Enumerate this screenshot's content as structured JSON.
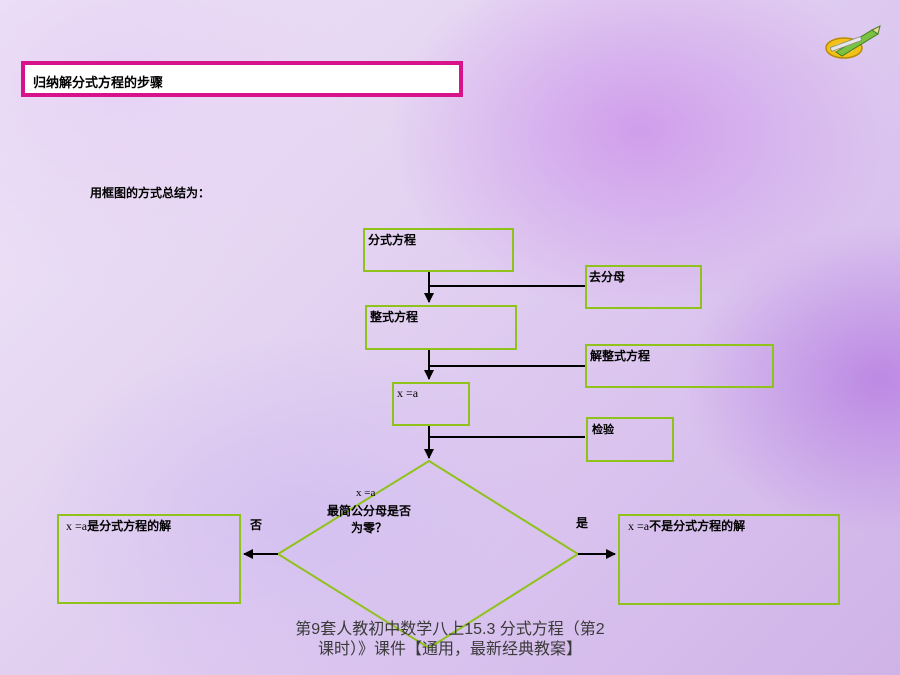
{
  "title": "归纳解分式方程的步骤",
  "intro": "用框图的方式总结为：",
  "flow": {
    "box_fractional_eq": "分式方程",
    "step_remove_denominator": "去分母",
    "box_integral_eq": "整式方程",
    "step_solve_integral": "解整式方程",
    "box_x_eq_a": "x =a",
    "step_check": "检验",
    "decision_var": "x =a",
    "decision_question": "最简公分母是否为零？",
    "no_label": "否",
    "yes_label": "是",
    "result_no_var": "x =a",
    "result_no_text": "是分式方程的解",
    "result_yes_var": "x =a",
    "result_yes_text": "不是分式方程的解"
  },
  "footer": "第9套人教初中数学八上15.3 分式方程（第2课时）》课件【通用，最新经典教案】",
  "colors": {
    "accent_border": "#d6138a",
    "box_border": "#8fc21a"
  },
  "icons": [
    "pencil-ruler-logo-icon"
  ]
}
